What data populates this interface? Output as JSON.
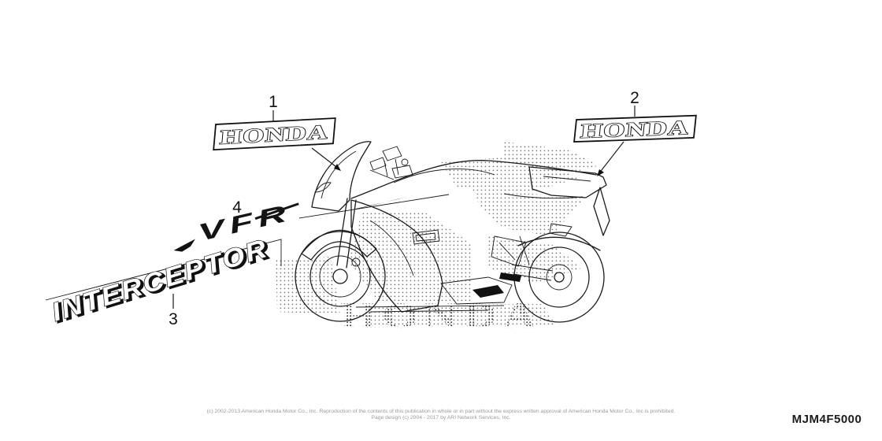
{
  "diagram": {
    "title_hidden": "",
    "part_code": "MJM4F5000",
    "callouts": [
      {
        "number": "1",
        "target": "honda-mark-front-cowl"
      },
      {
        "number": "2",
        "target": "honda-mark-rear-cowl"
      },
      {
        "number": "3",
        "target": "interceptor-mark-lower-cowl"
      },
      {
        "number": "4",
        "target": "vfr-mark-middle-cowl"
      }
    ],
    "marks": {
      "honda_front": "HONDA",
      "honda_rear": "HONDA",
      "vfr": "VFR",
      "interceptor": "INTERCEPTOR",
      "honda_ghost": "HONDA"
    },
    "footer": {
      "line1": "(c) 2002-2013 American Honda Motor Co., Inc. Reproduction of the contents of this publication in whole or in part without the express written approval of American Honda Motor Co., Inc is prohibited.",
      "line2": "Page design (c) 2004 - 2017 by ARI Network Services, Inc."
    },
    "colors": {
      "line": "#1b1b1b",
      "footer_text": "#9a9a9a",
      "background": "#ffffff",
      "halftone_dot": "#4a4a4a"
    }
  }
}
